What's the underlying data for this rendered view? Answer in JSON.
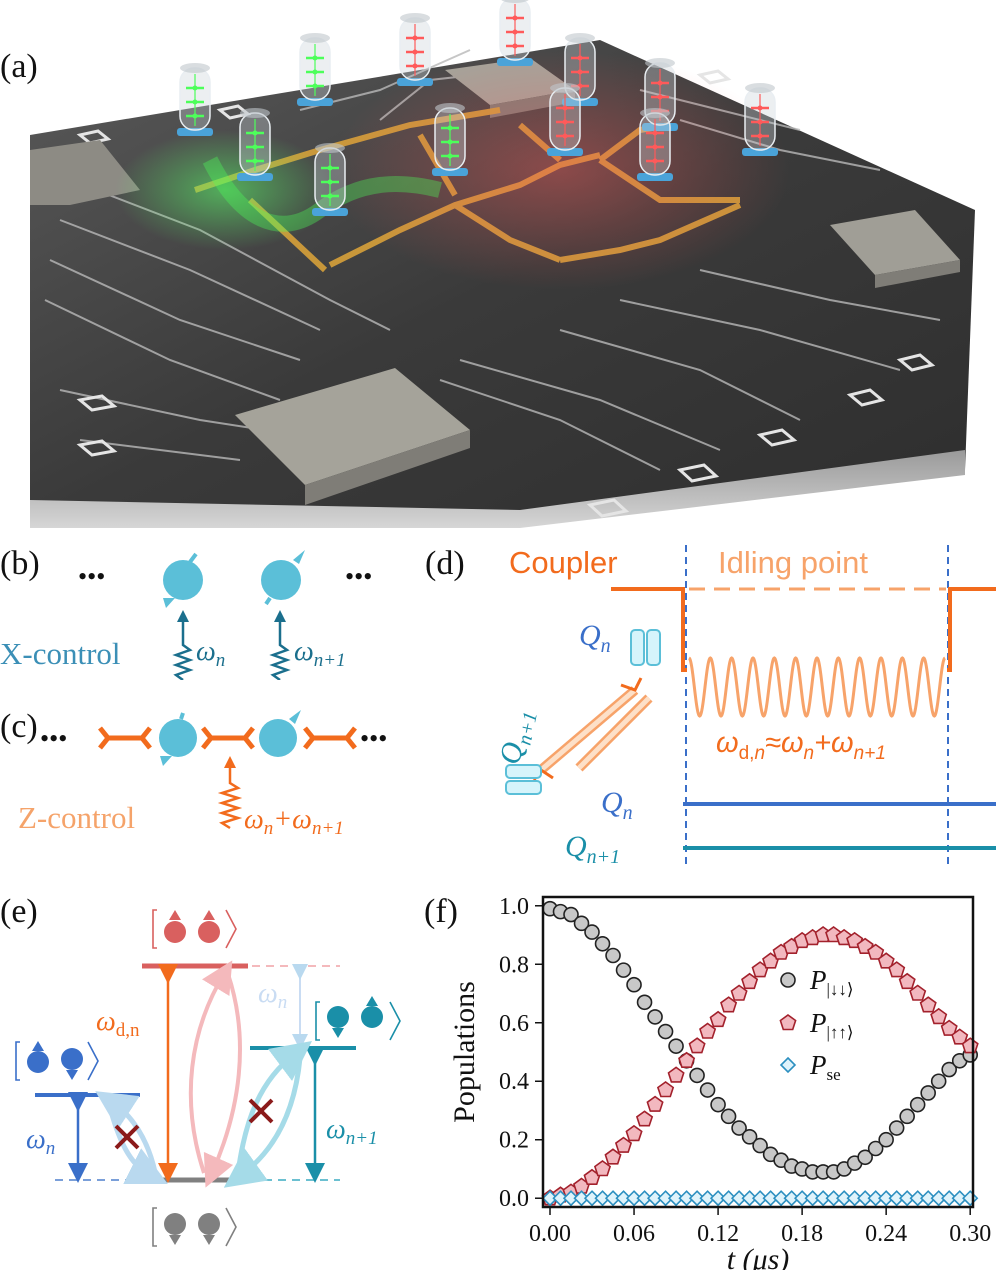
{
  "panels": {
    "a": "(a)",
    "b": "(b)",
    "c": "(c)",
    "d": "(d)",
    "e": "(e)",
    "f": "(f)"
  },
  "panel_b": {
    "label": "X-control",
    "dots": "•••",
    "freq_n": "ω",
    "freq_n_sub": "n",
    "freq_n1": "ω",
    "freq_n1_sub": "n+1"
  },
  "panel_c": {
    "label": "Z-control",
    "dots": "•••",
    "freq_sum": "ωn+ωn+1"
  },
  "panel_d": {
    "coupler": "Coupler",
    "idling": "Idling point",
    "qn": "Q",
    "qn_sub": "n",
    "qn1": "Q",
    "qn1_sub": "n+1",
    "drive_w": "ω",
    "drive_sub": "d,n",
    "drive_rhs": "≈ω",
    "drive_rhs_sub1": "n",
    "drive_plus": "+ω",
    "drive_rhs_sub2": "n+1",
    "colors": {
      "coupler": "#f26b1d",
      "idle": "#f7a36a",
      "qn": "#3a6fc9",
      "qn1": "#1a8fa8"
    }
  },
  "panel_e": {
    "w_dn": "ω",
    "w_dn_sub": "d,n",
    "w_n_faded": "ω",
    "w_n_faded_sub": "n",
    "w_n": "ω",
    "w_n_sub": "n",
    "w_n1": "ω",
    "w_n1_sub": "n+1",
    "colors": {
      "up_up": "#d9605f",
      "down_up": "#1a8fa8",
      "up_down": "#3a6fc9",
      "down_down": "#808080",
      "drive": "#f26b1d"
    }
  },
  "chart_data": {
    "type": "scatter",
    "xlabel": "t (μs)",
    "ylabel": "Populations",
    "xlim": [
      -0.005,
      0.302
    ],
    "ylim": [
      -0.03,
      1.03
    ],
    "xticks": [
      "0.00",
      "0.06",
      "0.12",
      "0.18",
      "0.24",
      "0.30"
    ],
    "xtick_values": [
      0,
      0.06,
      0.12,
      0.18,
      0.24,
      0.3
    ],
    "yticks": [
      "0.0",
      "0.2",
      "0.4",
      "0.6",
      "0.8",
      "1.0"
    ],
    "ytick_values": [
      0,
      0.2,
      0.4,
      0.6,
      0.8,
      1.0
    ],
    "legend_placement": "right",
    "x": [
      0.0,
      0.0075,
      0.015,
      0.0225,
      0.03,
      0.0375,
      0.045,
      0.0525,
      0.06,
      0.0675,
      0.075,
      0.0825,
      0.09,
      0.0975,
      0.105,
      0.1125,
      0.12,
      0.1275,
      0.135,
      0.1425,
      0.15,
      0.1575,
      0.165,
      0.1725,
      0.18,
      0.1875,
      0.195,
      0.2025,
      0.21,
      0.2175,
      0.225,
      0.2325,
      0.24,
      0.2475,
      0.255,
      0.2625,
      0.27,
      0.2775,
      0.285,
      0.2925,
      0.3
    ],
    "series": [
      {
        "name": "P|↓↓⟩",
        "legend_main": "P",
        "legend_sub": "|↓↓⟩",
        "marker": "circle",
        "color": "#c8c8c8",
        "edge": "#222222",
        "values": [
          0.99,
          0.98,
          0.97,
          0.94,
          0.91,
          0.87,
          0.83,
          0.78,
          0.73,
          0.67,
          0.62,
          0.57,
          0.52,
          0.47,
          0.42,
          0.37,
          0.32,
          0.28,
          0.24,
          0.21,
          0.18,
          0.15,
          0.13,
          0.11,
          0.1,
          0.09,
          0.09,
          0.09,
          0.1,
          0.12,
          0.14,
          0.17,
          0.2,
          0.24,
          0.28,
          0.32,
          0.36,
          0.4,
          0.44,
          0.47,
          0.49
        ]
      },
      {
        "name": "P|↑↑⟩",
        "legend_main": "P",
        "legend_sub": "|↑↑⟩",
        "marker": "pentagon",
        "color": "#f2b8bf",
        "edge": "#a3212c",
        "values": [
          0.0,
          0.01,
          0.02,
          0.04,
          0.07,
          0.1,
          0.14,
          0.18,
          0.22,
          0.27,
          0.32,
          0.37,
          0.42,
          0.47,
          0.52,
          0.57,
          0.61,
          0.66,
          0.7,
          0.74,
          0.78,
          0.81,
          0.84,
          0.86,
          0.88,
          0.89,
          0.9,
          0.9,
          0.89,
          0.88,
          0.86,
          0.84,
          0.81,
          0.78,
          0.74,
          0.7,
          0.66,
          0.62,
          0.58,
          0.55,
          0.52
        ]
      },
      {
        "name": "Pse",
        "legend_main": "P",
        "legend_sub": "se",
        "marker": "diamond",
        "color": "#dff3fb",
        "edge": "#2c8fc0",
        "values": [
          0.0,
          0.0,
          0.0,
          0.0,
          0.0,
          0.0,
          0.0,
          0.0,
          0.0,
          0.0,
          0.0,
          0.0,
          0.0,
          0.0,
          0.0,
          0.0,
          0.0,
          0.0,
          0.0,
          0.0,
          0.0,
          0.0,
          0.0,
          0.0,
          0.0,
          0.0,
          0.0,
          0.0,
          0.0,
          0.0,
          0.0,
          0.0,
          0.0,
          0.0,
          0.0,
          0.0,
          0.0,
          0.0,
          0.0,
          0.0,
          0.0
        ]
      }
    ]
  }
}
